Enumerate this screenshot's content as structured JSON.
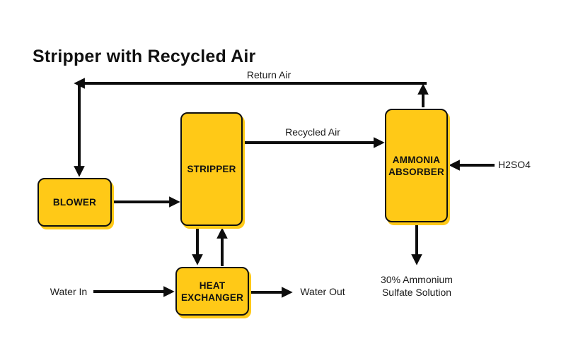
{
  "title": "Stripper with Recycled Air",
  "colors": {
    "node_fill": "#FFC917",
    "node_border": "#0f0f0f",
    "line": "#0d0d0d",
    "text": "#111111",
    "background": "#ffffff"
  },
  "nodes": [
    {
      "id": "blower",
      "label": "BLOWER"
    },
    {
      "id": "stripper",
      "label": "STRIPPER"
    },
    {
      "id": "ammonia-absorber",
      "label": "AMMONIA ABSORBER"
    },
    {
      "id": "heat-exchanger",
      "label": "HEAT EXCHANGER"
    }
  ],
  "flow_labels": {
    "return_air": "Return Air",
    "recycled_air": "Recycled Air",
    "h2so4": "H2SO4",
    "water_in": "Water In",
    "water_out": "Water Out",
    "product_line1": "30% Ammonium",
    "product_line2": "Sulfate Solution"
  },
  "edges": [
    {
      "from": "ammonia-absorber",
      "to": "return-air-line",
      "direction": "up"
    },
    {
      "from": "return-air-line",
      "to": "left-corner",
      "direction": "left"
    },
    {
      "from": "left-corner",
      "to": "blower",
      "direction": "down"
    },
    {
      "from": "blower",
      "to": "stripper",
      "direction": "right"
    },
    {
      "from": "stripper",
      "to": "ammonia-absorber",
      "label": "Recycled Air",
      "direction": "right"
    },
    {
      "from": "stripper",
      "to": "heat-exchanger",
      "direction": "down"
    },
    {
      "from": "heat-exchanger",
      "to": "stripper",
      "direction": "up"
    },
    {
      "from": "water-in",
      "to": "heat-exchanger",
      "direction": "right"
    },
    {
      "from": "heat-exchanger",
      "to": "water-out",
      "direction": "right"
    },
    {
      "from": "h2so4",
      "to": "ammonia-absorber",
      "direction": "left"
    },
    {
      "from": "ammonia-absorber",
      "to": "product",
      "direction": "down"
    }
  ]
}
